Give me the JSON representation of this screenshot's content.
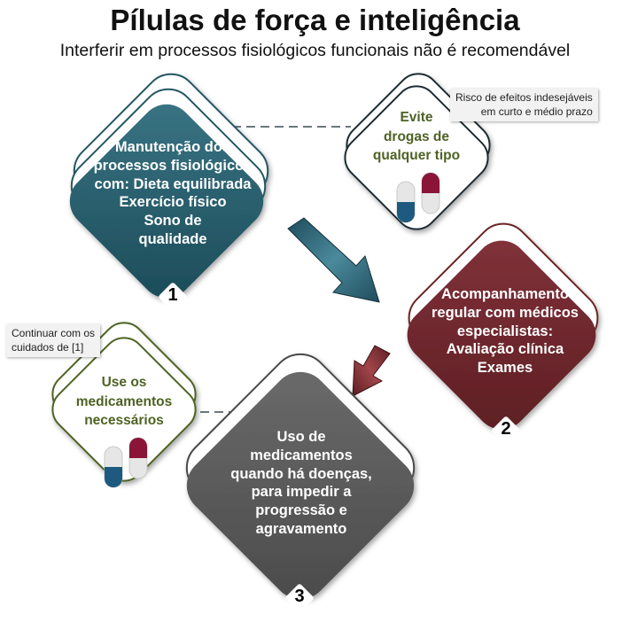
{
  "header": {
    "title": "Pílulas de força e inteligência",
    "subtitle": "Interferir em processos fisiológicos funcionais não é recomendável"
  },
  "steps": [
    {
      "number": "1",
      "lines": [
        "Manutenção dos",
        "processos fisiológicos",
        "com: Dieta equilibrada",
        "Exercício físico",
        "Sono de",
        "qualidade"
      ],
      "color": "#245664"
    },
    {
      "number": "2",
      "lines": [
        "Acompanhamento",
        "regular com médicos",
        "especialistas:",
        "Avaliação clínica",
        "Exames"
      ],
      "color": "#6b2526"
    },
    {
      "number": "3",
      "lines": [
        "Uso de",
        "medicamentos",
        "quando há doenças,",
        "para impedir a",
        "progressão e",
        "agravamento"
      ],
      "color": "#5d5d5d"
    }
  ],
  "side_boxes": [
    {
      "lines": [
        "Evite",
        "drogas de",
        "qualquer tipo"
      ],
      "note": [
        "Risco de efeitos indesejáveis",
        "em curto e médio prazo"
      ]
    },
    {
      "lines": [
        "Use os",
        "medicamentos",
        "necessários"
      ],
      "note": [
        "Continuar com os",
        "cuidados de [1]"
      ]
    }
  ],
  "colors": {
    "step1": "#245664",
    "step2": "#6b2526",
    "step3": "#5d5d5d",
    "side_text": "#4e6224",
    "pill_blue": "#1e5a80",
    "pill_red": "#8a1538"
  },
  "icons": [
    "capsule-icon",
    "arrow-icon"
  ]
}
